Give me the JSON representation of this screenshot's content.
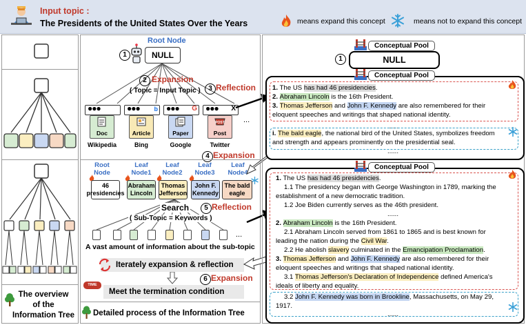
{
  "header": {
    "input_topic_label": "Input topic :",
    "topic_title": "The Presidents of the United States Over the Years",
    "legend_fire_text": "means expand this concept",
    "legend_snow_text": "means not to expand this concept"
  },
  "left_panel": {
    "caption_line1": "The overview",
    "caption_line2": "of the",
    "caption_line3": "Information Tree"
  },
  "middle_panel": {
    "root_node_label": "Root Node",
    "root_node_value": "NULL",
    "step1": "1",
    "step2": "2",
    "expansion_label": "Expansion",
    "topic_formula": "( Topic = Input Topic )",
    "step3": "3",
    "reflection_label": "Reflection",
    "sources": [
      {
        "type": "Doc",
        "site": "Wikipedia",
        "color": "#d6ecd2"
      },
      {
        "type": "Article",
        "site": "Bing",
        "color": "#f8e9b6"
      },
      {
        "type": "Paper",
        "site": "Google",
        "color": "#c9d8f2"
      },
      {
        "type": "Post",
        "site": "Twitter",
        "color": "#f6cfc9"
      }
    ],
    "ellipsis": "...",
    "step4": "4",
    "expansion_label_2": "Expansion",
    "node_root_caption": "Root\nNode",
    "leaf_captions": [
      "Leaf\nNode1",
      "Leaf\nNode2",
      "Leaf\nNode3",
      "Leaf\nNode4"
    ],
    "nodes": [
      "46\npresidencies",
      "Abraham\nLincoln",
      "Thomas\nJefferson",
      "John F.\nKennedy",
      "The bald\neagle"
    ],
    "search_label": "Search",
    "step5": "5",
    "reflection_label_2": "Reflection",
    "subtopic_formula": "( Sub-Topic = Keywords )",
    "info_caption": "A vast amount of information about the sub-topic",
    "iterate_banner": "Iterately expansion & reflection",
    "step6": "6",
    "expansion_label_3": "Expansion",
    "termination_banner": "Meet the termination condition",
    "time_badge": "TIME OVER",
    "detailed_caption": "Detailed process of the Information Tree"
  },
  "right_panel": {
    "step1": "1",
    "pool_label": "Conceptual Pool",
    "null_value": "NULL",
    "pool1": {
      "line1_pre": "1. ",
      "line1_a": "The US ",
      "line1_hl": "has had 46 presidencies",
      "line1_post": ".",
      "line2_num": "2. ",
      "line2_hl": "Abraham Lincoln",
      "line2_post": " is the 16th President.",
      "line3_num": "3. ",
      "line3_hl1": "Thomas Jefferson",
      "line3_mid": " and ",
      "line3_hl2": "John F. Kennedy",
      "line3_post": " are also remembered for their",
      "line3_cont": "eloquent speeches and writings that shaped national identity.",
      "dots": "......",
      "snow_num": "i. ",
      "snow_hl": "The bald eagle",
      "snow_post": ", the national bird of the United States, symbolizes freedom",
      "snow_cont": "and strength and appears prominently on the presidential seal.",
      "dots2": "......"
    },
    "pool2": {
      "l1_num": "1. ",
      "l1_a": "The US ",
      "l1_hl": "has had 46 presidencies",
      "l1_post": ".",
      "l11": "1.1 The presidency began with George Washington in 1789, marking the",
      "l11_cont": "establishment of a new democratic tradition.",
      "l12": "1.2 Joe Biden currently serves as the 46th president.",
      "dots_a": "......",
      "l2_num": "2. ",
      "l2_hl": "Abraham Lincoln",
      "l2_post": " is the 16th President.",
      "l21_pre": "2.1 Abraham Lincoln served from 1861 to 1865 and is best known for",
      "l21_cont_pre": "leading the nation during the ",
      "l21_hl": "Civil War",
      "l21_end": ".",
      "l22_pre": "2.2 He abolish ",
      "l22_hl1": "slavery",
      "l22_mid": " culminated in the ",
      "l22_hl2": "Emancipation Proclamation",
      "l22_end": ".",
      "l3_num": "3. ",
      "l3_hl1": "Thomas Jefferson",
      "l3_mid": " and ",
      "l3_hl2": "John F. Kennedy",
      "l3_post": " are also remembered for their",
      "l3_cont": "eloquent speeches and writings that shaped national identity.",
      "l31_pre": "3.1 ",
      "l31_hl": "Thomas Jefferson's Declaration of Independence",
      "l31_post": " defined America's",
      "l31_cont": "ideals of liberty and equality.",
      "l32_pre": "3.2 ",
      "l32_hl": "John F. Kennedy was born in Brookline",
      "l32_post": ", Massachusetts, on May 29,",
      "l32_cont": "1917.",
      "dots_b": "......"
    }
  },
  "colors": {
    "green": "#d6ecd2",
    "yellow": "#fbeec0",
    "blue": "#c9d8f2",
    "peach": "#f7d9c4",
    "red_label": "#c0392b",
    "blue_label": "#3a6fc4"
  }
}
